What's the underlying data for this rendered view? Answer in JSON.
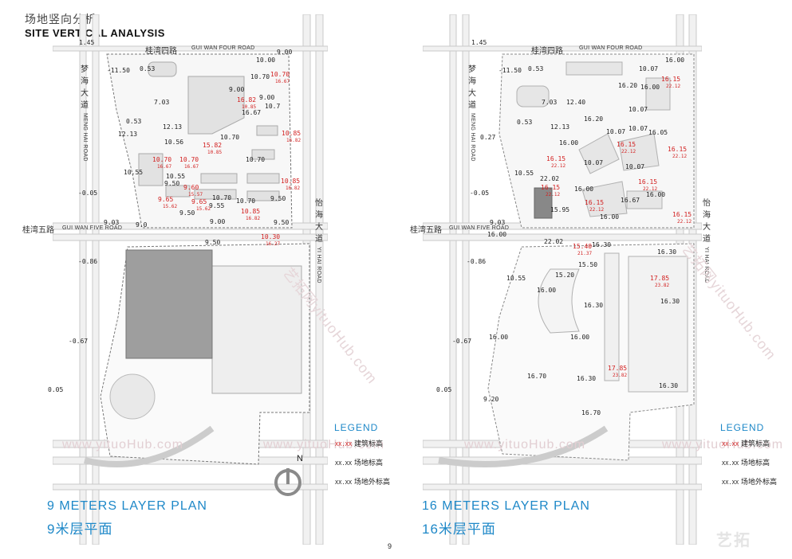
{
  "header": {
    "title_cn": "场地竖向分析",
    "title_en": "SITE VERTICAL ANALYSIS"
  },
  "page_number": "9",
  "roads": {
    "top_cn": "桂湾四路",
    "top_en": "GUI WAN FOUR ROAD",
    "mid_cn": "桂湾五路",
    "mid_en": "GUI WAN FIVE ROAD",
    "left_cn": "梦海大道",
    "left_en": "MENG HAI ROAD",
    "right_cn": "怡海大道",
    "right_en": "YI HAI ROAD"
  },
  "watermark": "www.yituoHub.com",
  "watermark_diag": "艺拓网yituoHub.com",
  "brand_mark": "艺拓",
  "north_label": "N",
  "legend": {
    "title": "LEGEND",
    "items": [
      {
        "symbol": "XX.XX",
        "label": "建筑标高"
      },
      {
        "symbol": "XX.XX",
        "label": "场地标高"
      },
      {
        "symbol": "XX.XX",
        "label": "场地外标高"
      }
    ]
  },
  "panels": [
    {
      "title_en": "9 METERS LAYER PLAN",
      "title_cn": "9米层平面",
      "outside": [
        "1.45",
        "-11.50",
        "0.53",
        "7.03",
        "0.53",
        "12.13",
        "12.13",
        "10.55",
        "-0.05",
        "9.03",
        "-0.86",
        "-0.67",
        "0.05"
      ],
      "site": [
        "9.00",
        "10.00",
        "10.70",
        "9.00",
        "10.7",
        "16.67",
        "9.00",
        "10.56",
        "10.70",
        "10.70",
        "10.55",
        "9.50",
        "9.50",
        "10.70",
        "9.55",
        "10.70",
        "9.50",
        "9.0",
        "9.00",
        "9.50"
      ],
      "building": [
        {
          "v": "10.70",
          "s": "16.67"
        },
        {
          "v": "16.82",
          "s": "10.85"
        },
        {
          "v": "10.85",
          "s": "16.82"
        },
        {
          "v": "15.82",
          "s": "10.85"
        },
        {
          "v": "10.70",
          "s": "16.67"
        },
        {
          "v": "10.70",
          "s": "16.67"
        },
        {
          "v": "9.60",
          "s": "15.57"
        },
        {
          "v": "9.65",
          "s": "15.62"
        },
        {
          "v": "9.65",
          "s": "15.62"
        },
        {
          "v": "10.85",
          "s": "16.82"
        },
        {
          "v": "10.85",
          "s": "16.82"
        },
        {
          "v": "10.30",
          "s": "16.27"
        }
      ]
    },
    {
      "title_en": "16 METERS LAYER PLAN",
      "title_cn": "16米层平面",
      "outside": [
        "1.45",
        "-11.50",
        "0.53",
        "7.03",
        "12.40",
        "0.53",
        "12.13",
        "0.27",
        "10.55",
        "-0.05",
        "9.03",
        "-0.86",
        "10.55",
        "-0.67",
        "16.00",
        "0.05",
        "9.20"
      ],
      "site": [
        "16.00",
        "10.07",
        "16.20",
        "16.00",
        "10.07",
        "16.20",
        "10.07",
        "16.00",
        "10.07",
        "16.05",
        "10.07",
        "10.07",
        "22.02",
        "16.00",
        "16.67",
        "16.00",
        "15.95",
        "16.00",
        "16.00",
        "22.02",
        "16.30",
        "16.30",
        "15.50",
        "15.20",
        "16.00",
        "16.30",
        "16.30",
        "16.00",
        "16.70",
        "16.30",
        "16.30",
        "16.70"
      ],
      "building": [
        {
          "v": "16.15",
          "s": "22.12"
        },
        {
          "v": "16.15",
          "s": "22.12"
        },
        {
          "v": "16.15",
          "s": "22.12"
        },
        {
          "v": "16.15",
          "s": "22.12"
        },
        {
          "v": "16.15",
          "s": "22.12"
        },
        {
          "v": "16.15",
          "s": "22.12"
        },
        {
          "v": "16.15",
          "s": "22.12"
        },
        {
          "v": "16.15",
          "s": "22.12"
        },
        {
          "v": "15.40",
          "s": "21.37"
        },
        {
          "v": "17.85",
          "s": "23.82"
        },
        {
          "v": "17.85",
          "s": "23.82"
        }
      ]
    }
  ]
}
